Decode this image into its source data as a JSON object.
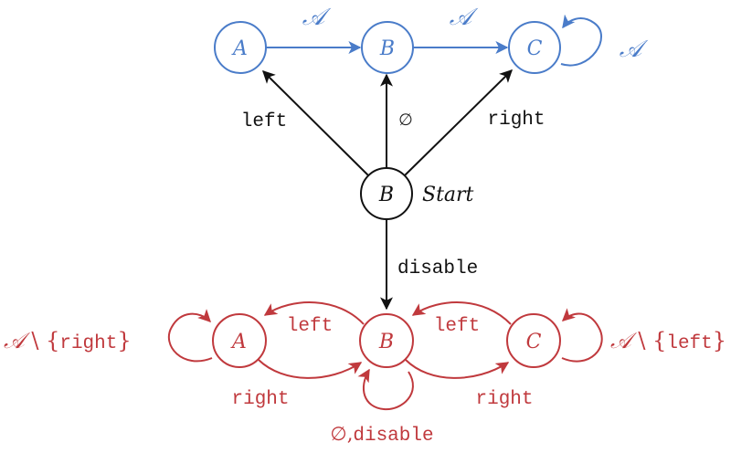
{
  "colors": {
    "enabled": "#4a7cc9",
    "start": "#111111",
    "disabled": "#c0393d"
  },
  "start_node": {
    "id": "B",
    "label": "B",
    "annotation": "Start"
  },
  "enabled_states": [
    {
      "id": "A",
      "label": "A"
    },
    {
      "id": "B",
      "label": "B"
    },
    {
      "id": "C",
      "label": "C"
    }
  ],
  "disabled_states": [
    {
      "id": "A",
      "label": "A"
    },
    {
      "id": "B",
      "label": "B"
    },
    {
      "id": "C",
      "label": "C"
    }
  ],
  "start_edges": [
    {
      "to": "enabled.A",
      "label": "left"
    },
    {
      "to": "enabled.B",
      "label": "∅"
    },
    {
      "to": "enabled.C",
      "label": "right"
    },
    {
      "to": "disabled.B",
      "label": "disable"
    }
  ],
  "enabled_edges": [
    {
      "from": "A",
      "to": "B",
      "label": "𝒜"
    },
    {
      "from": "B",
      "to": "C",
      "label": "𝒜"
    },
    {
      "from": "C",
      "to": "C",
      "label": "𝒜"
    }
  ],
  "disabled_edges": [
    {
      "from": "A",
      "to": "A",
      "label_set": "𝒜",
      "label_rest": " \\ {",
      "label_action": "right",
      "label_close": "}"
    },
    {
      "from": "B",
      "to": "A",
      "label": "left"
    },
    {
      "from": "A",
      "to": "B",
      "label": "right"
    },
    {
      "from": "C",
      "to": "B",
      "label": "left"
    },
    {
      "from": "B",
      "to": "C",
      "label": "right"
    },
    {
      "from": "B",
      "to": "B",
      "label_empty": "∅,",
      "label_action": "disable"
    },
    {
      "from": "C",
      "to": "C",
      "label_set": "𝒜",
      "label_rest": " \\ {",
      "label_action": "left",
      "label_close": "}"
    }
  ]
}
